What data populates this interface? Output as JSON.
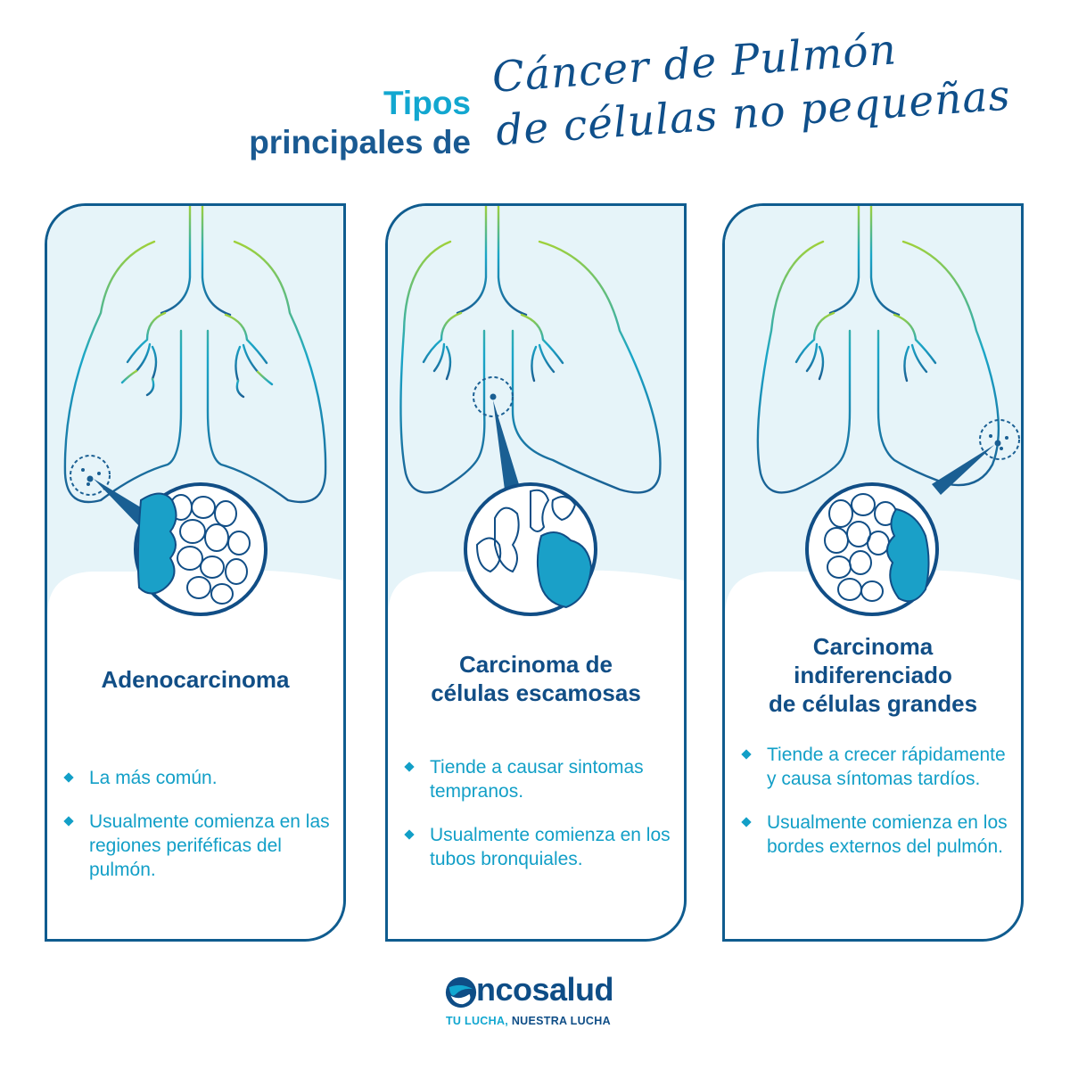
{
  "header": {
    "title_line1": "Tipos",
    "title_line2": "principales de",
    "script_line1": "Cáncer de Pulmón",
    "script_line2": "de células no pequeñas"
  },
  "cards": [
    {
      "title": [
        "Adenocarcinoma"
      ],
      "bullets": [
        "La más común.",
        "Usualmente comienza en las regiones periféficas del pulmón."
      ]
    },
    {
      "title": [
        "Carcinoma de",
        "células escamosas"
      ],
      "bullets": [
        "Tiende a causar sintomas tempranos.",
        "Usualmente comienza en los tubos bronquiales."
      ]
    },
    {
      "title": [
        "Carcinoma",
        "indiferenciado",
        "de células grandes"
      ],
      "bullets": [
        "Tiende a crecer rápidamente y causa síntomas tardíos.",
        "Usualmente comienza en los bordes externos del pulmón."
      ]
    }
  ],
  "brand": {
    "name": "ncosalud",
    "tagline_a": "TU LUCHA",
    "tagline_sep": ",",
    "tagline_b": " NUESTRA LUCHA",
    "logo_icon": "oncosalud-o-icon"
  },
  "colors": {
    "navy": "#114e86",
    "cyan": "#129fc7",
    "light_bg": "#e6f4f9",
    "lime": "#9fd13a"
  }
}
